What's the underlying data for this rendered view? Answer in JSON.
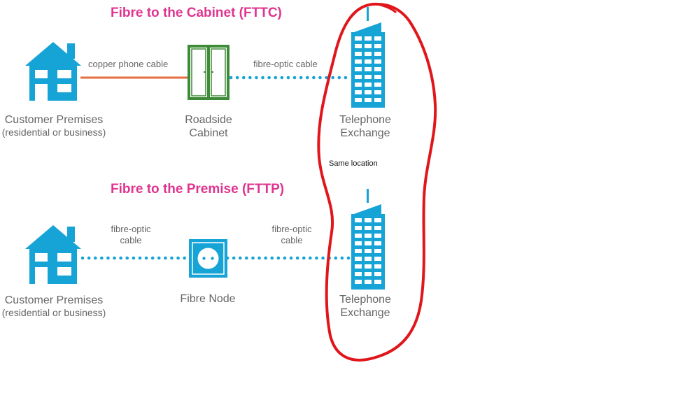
{
  "colors": {
    "title": "#e0348f",
    "icon_blue": "#16a3d6",
    "copper": "#e36e3e",
    "cabinet_green": "#3d8a37",
    "fibre_dots": "#16a3d6",
    "annotation_red": "#e0161b",
    "text_gray": "#666666"
  },
  "fttc": {
    "title": "Fibre to the Cabinet (FTTC)",
    "customer": {
      "icon": "house-icon",
      "label_line1": "Customer Premises",
      "label_line2": "(residential or business)"
    },
    "link1": {
      "type": "copper",
      "label": "copper phone cable"
    },
    "cabinet": {
      "icon": "roadside-cabinet-icon",
      "label_line1": "Roadside",
      "label_line2": "Cabinet"
    },
    "link2": {
      "type": "fibre",
      "label": "fibre-optic cable"
    },
    "exchange": {
      "icon": "telephone-exchange-icon",
      "label_line1": "Telephone",
      "label_line2": "Exchange"
    }
  },
  "fttp": {
    "title": "Fibre to the Premise (FTTP)",
    "customer": {
      "icon": "house-icon",
      "label_line1": "Customer Premises",
      "label_line2": "(residential or business)"
    },
    "link1": {
      "type": "fibre",
      "label_line1": "fibre-optic",
      "label_line2": "cable"
    },
    "node": {
      "icon": "fibre-node-icon",
      "label": "Fibre Node"
    },
    "link2": {
      "type": "fibre",
      "label_line1": "fibre-optic",
      "label_line2": "cable"
    },
    "exchange": {
      "icon": "telephone-exchange-icon",
      "label_line1": "Telephone",
      "label_line2": "Exchange"
    }
  },
  "annotation": {
    "shape": "hand-drawn-loop-icon",
    "text": "Same location"
  }
}
